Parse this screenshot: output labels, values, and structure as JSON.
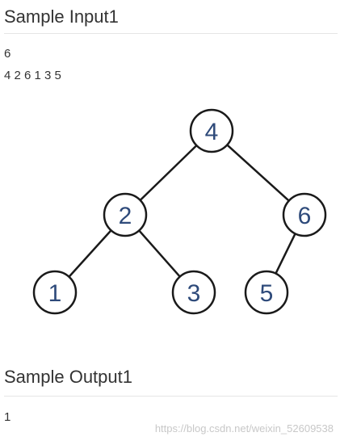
{
  "sample_input": {
    "heading": "Sample Input1",
    "lines": [
      "6",
      "4 2 6 1 3 5"
    ]
  },
  "tree": {
    "nodes": [
      {
        "id": "n4",
        "label": "4"
      },
      {
        "id": "n2",
        "label": "2"
      },
      {
        "id": "n6",
        "label": "6"
      },
      {
        "id": "n1",
        "label": "1"
      },
      {
        "id": "n3",
        "label": "3"
      },
      {
        "id": "n5",
        "label": "5"
      }
    ],
    "edges": [
      {
        "from": "n4",
        "to": "n2"
      },
      {
        "from": "n4",
        "to": "n6"
      },
      {
        "from": "n2",
        "to": "n1"
      },
      {
        "from": "n2",
        "to": "n3"
      },
      {
        "from": "n6",
        "to": "n5"
      }
    ]
  },
  "sample_output": {
    "heading": "Sample Output1",
    "lines": [
      "1"
    ]
  },
  "watermark": "https://blog.csdn.net/weixin_52609538"
}
